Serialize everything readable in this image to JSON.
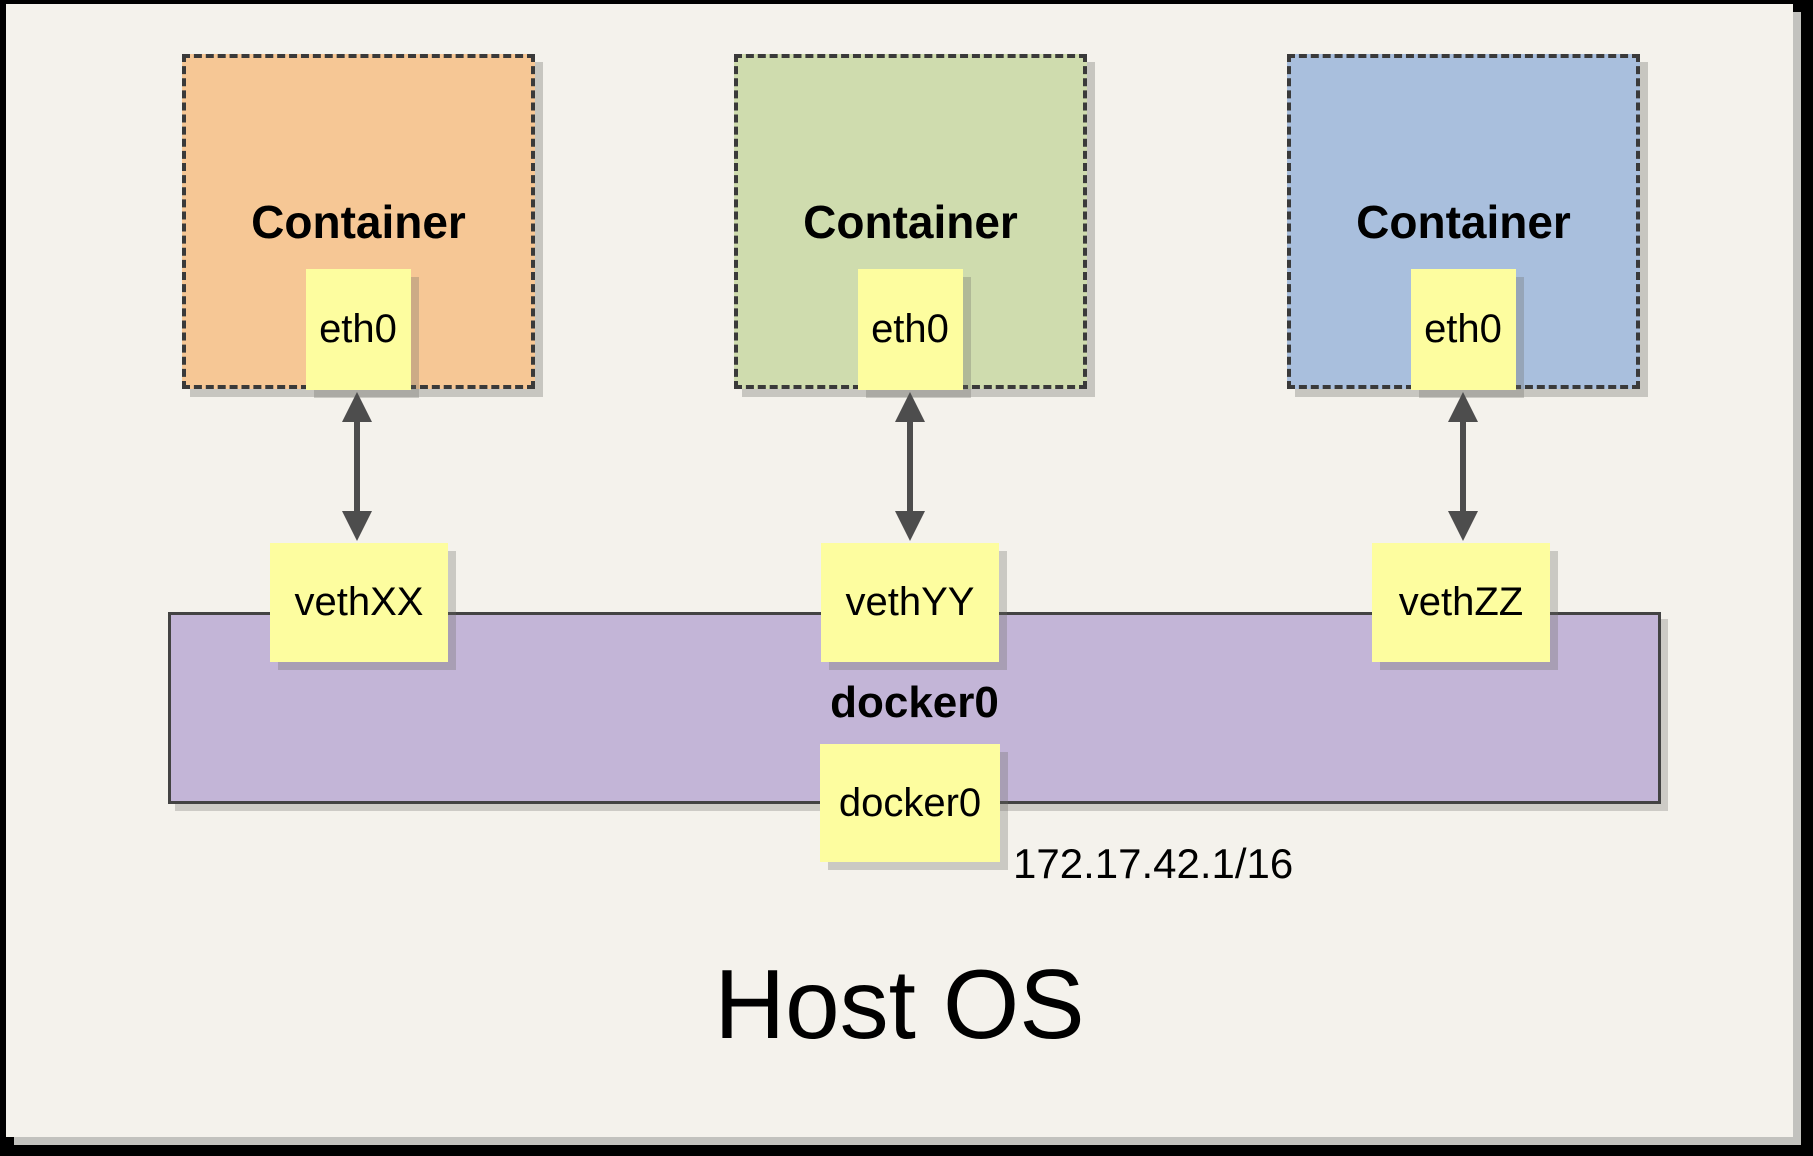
{
  "diagram": {
    "host": {
      "label": "Host OS"
    },
    "containers": [
      {
        "label": "Container",
        "interface": "eth0",
        "fill": "#f6c795"
      },
      {
        "label": "Container",
        "interface": "eth0",
        "fill": "#cfdcae"
      },
      {
        "label": "Container",
        "interface": "eth0",
        "fill": "#a9bfdd"
      }
    ],
    "veth_labels": [
      "vethXX",
      "vethYY",
      "vethZZ"
    ],
    "bridge": {
      "label": "docker0",
      "interface": "docker0",
      "ip": "172.17.42.1/16",
      "fill": "#c3b5d7"
    },
    "colors": {
      "page_background": "#f4f2ec",
      "interface_box_fill": "#fdfd9f",
      "dashed_border": "#3a3a3a",
      "arrow": "#4d4d4d",
      "frame": "#000000"
    }
  }
}
